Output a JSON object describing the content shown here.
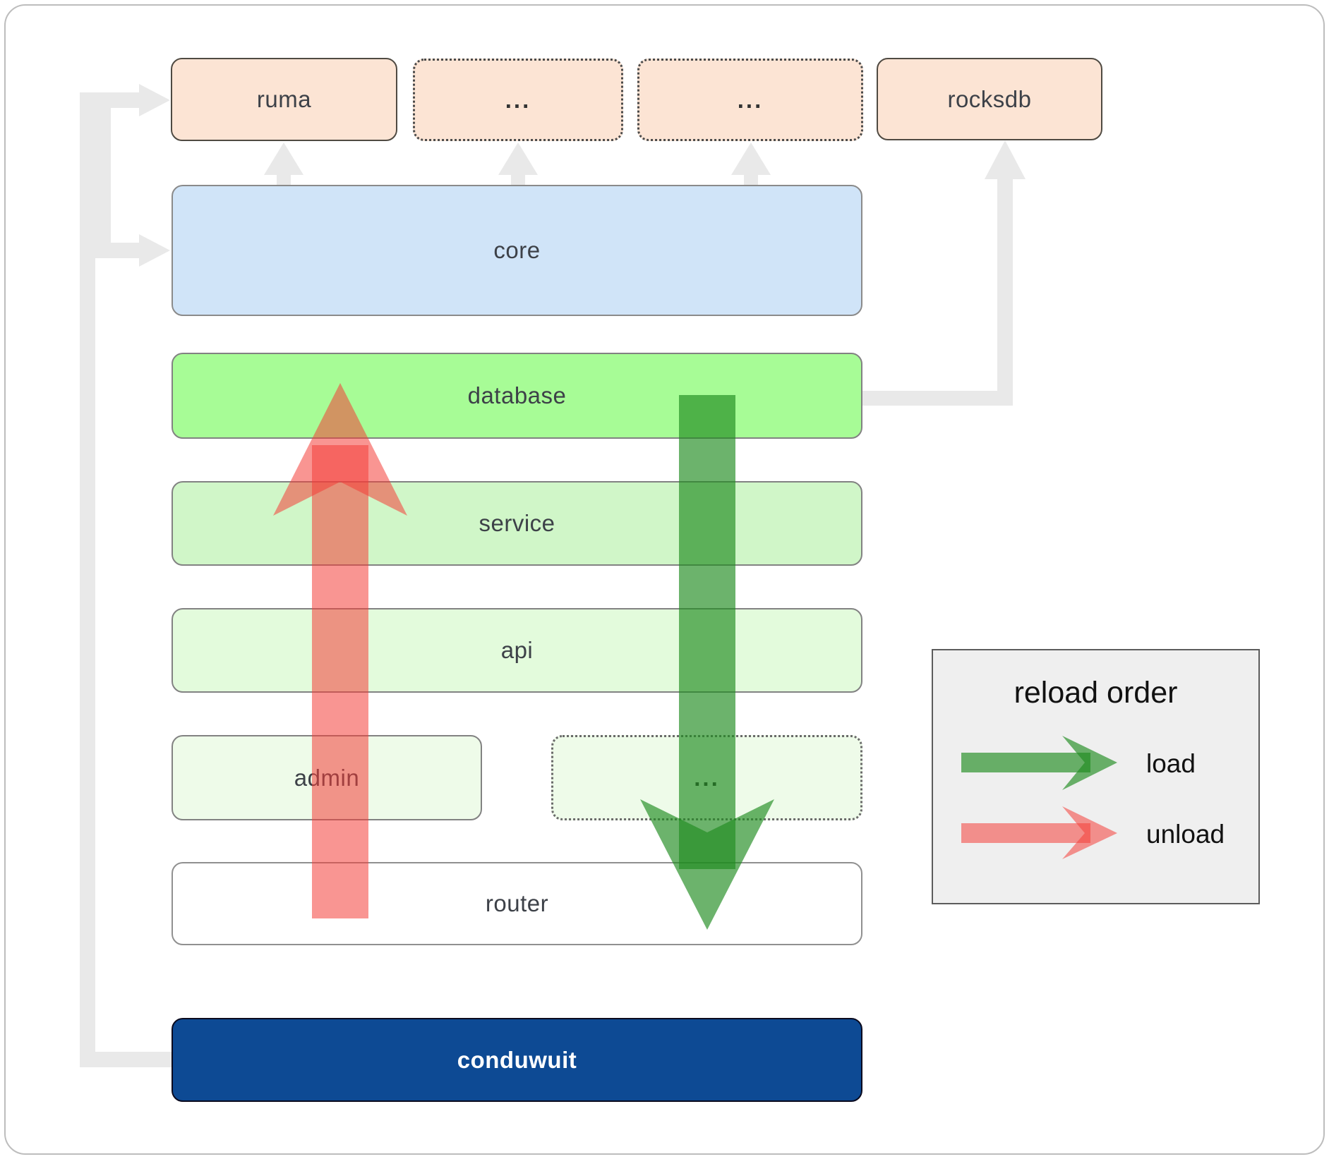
{
  "diagram": {
    "nodes": {
      "ruma": "ruma",
      "ellipsis_top_1": "...",
      "ellipsis_top_2": "...",
      "rocksdb": "rocksdb",
      "core": "core",
      "database": "database",
      "service": "service",
      "api": "api",
      "admin": "admin",
      "ellipsis_mid": "...",
      "router": "router",
      "conduwuit": "conduwuit"
    }
  },
  "legend": {
    "title": "reload order",
    "items": [
      {
        "label": "load",
        "color": "#208c20"
      },
      {
        "label": "unload",
        "color": "#f43e38"
      }
    ]
  },
  "colors": {
    "peach-fill": "#fce4d4",
    "blue-fill": "#d0e4f8",
    "db-fill": "#a7fc96",
    "svc-fill": "#d0f6c8",
    "api-fill": "#e3fbdc",
    "faint-fill": "#eefbe9",
    "router-fill": "#ffffff",
    "navy-fill": "#0d4a94",
    "gray-line": "#e9e9e9",
    "arrow-green": "#208c20",
    "arrow-red": "#f43e38",
    "legend-bg": "#efefef"
  }
}
